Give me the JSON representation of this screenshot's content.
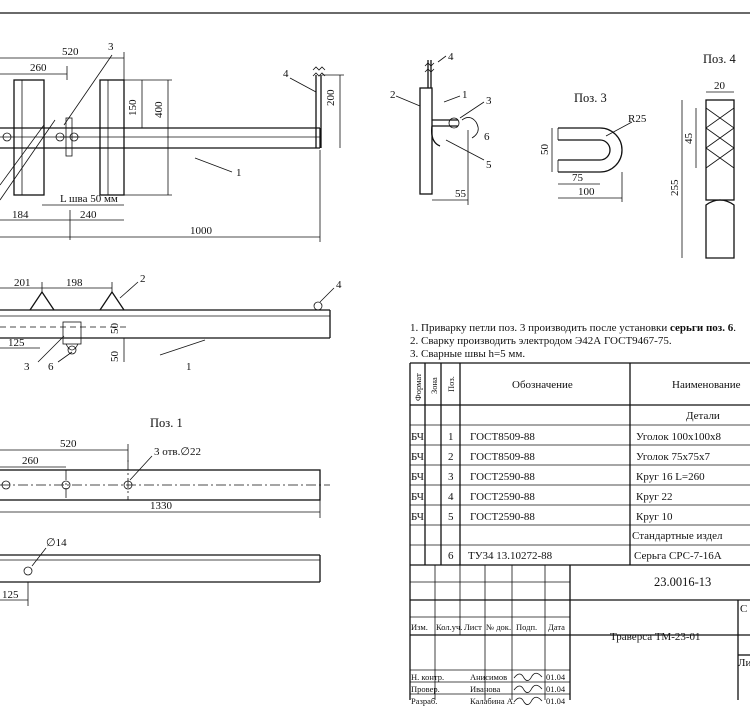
{
  "sheet": {
    "designation": "23.0016-13",
    "name": "Траверса ТМ-23-01",
    "sheet_stub": "С",
    "sheet_stub2": "Ли"
  },
  "views": {
    "top": {
      "dims": [
        "520",
        "260",
        "150",
        "400",
        "184",
        "240",
        "L шва 50 мм",
        "1000",
        "200"
      ],
      "callouts": [
        "3",
        "4",
        "1"
      ]
    },
    "front": {
      "dims": [
        "201",
        "198",
        "125",
        "50",
        "50"
      ],
      "callouts": [
        "2",
        "4",
        "3",
        "6",
        "1"
      ]
    },
    "side": {
      "dims": [
        "55"
      ],
      "callouts": [
        "4",
        "2",
        "1",
        "3",
        "6",
        "5"
      ]
    },
    "pos3": {
      "title": "Поз. 3",
      "dims": [
        "R25",
        "50",
        "75",
        "100"
      ]
    },
    "pos4": {
      "title": "Поз. 4",
      "dims": [
        "20",
        "45",
        "255"
      ]
    },
    "pos1": {
      "title": "Поз. 1",
      "dims": [
        "520",
        "260",
        "3 отв.∅22",
        "1330",
        "∅14",
        "125"
      ]
    }
  },
  "notes": [
    {
      "pre": "1. Приварку петли поз. 3 производить после установки ",
      "bold": "серьги поз. 6",
      "post": "."
    },
    {
      "pre": "2. Сварку производить электродом Э42А ГОСТ9467-75.",
      "bold": "",
      "post": ""
    },
    {
      "pre": "3. Сварные швы h=5 мм.",
      "bold": "",
      "post": ""
    }
  ],
  "spec": {
    "headers": {
      "format": "Формат",
      "zone": "Зона",
      "pos": "Поз.",
      "designation": "Обозначение",
      "name": "Наименование"
    },
    "section_details": "Детали",
    "section_standard": "Стандартные издел",
    "rows": [
      {
        "format": "БЧ",
        "pos": "1",
        "designation": "ГОСТ8509-88",
        "name": "Уголок 100х100х8"
      },
      {
        "format": "БЧ",
        "pos": "2",
        "designation": "ГОСТ8509-88",
        "name": "Уголок 75х75х7"
      },
      {
        "format": "БЧ",
        "pos": "3",
        "designation": "ГОСТ2590-88",
        "name": "Круг 16 L=260"
      },
      {
        "format": "БЧ",
        "pos": "4",
        "designation": "ГОСТ2590-88",
        "name": "Круг 22"
      },
      {
        "format": "БЧ",
        "pos": "5",
        "designation": "ГОСТ2590-88",
        "name": "Круг 10"
      }
    ],
    "standard_rows": [
      {
        "format": "",
        "pos": "6",
        "designation": "ТУ34 13.10272-88",
        "name": "Серьга СРС-7-16А"
      }
    ]
  },
  "title_block": {
    "headers": [
      "Изм.",
      "Кол.уч.",
      "Лист",
      "№ док.",
      "Подп.",
      "Дата"
    ],
    "people": [
      {
        "role": "Н. контр.",
        "name": "Анисимов",
        "date": "01.04"
      },
      {
        "role": "Провер.",
        "name": "Иванова",
        "date": "01.04"
      },
      {
        "role": "Разраб.",
        "name": "Калабина А.",
        "date": "01.04"
      }
    ]
  }
}
